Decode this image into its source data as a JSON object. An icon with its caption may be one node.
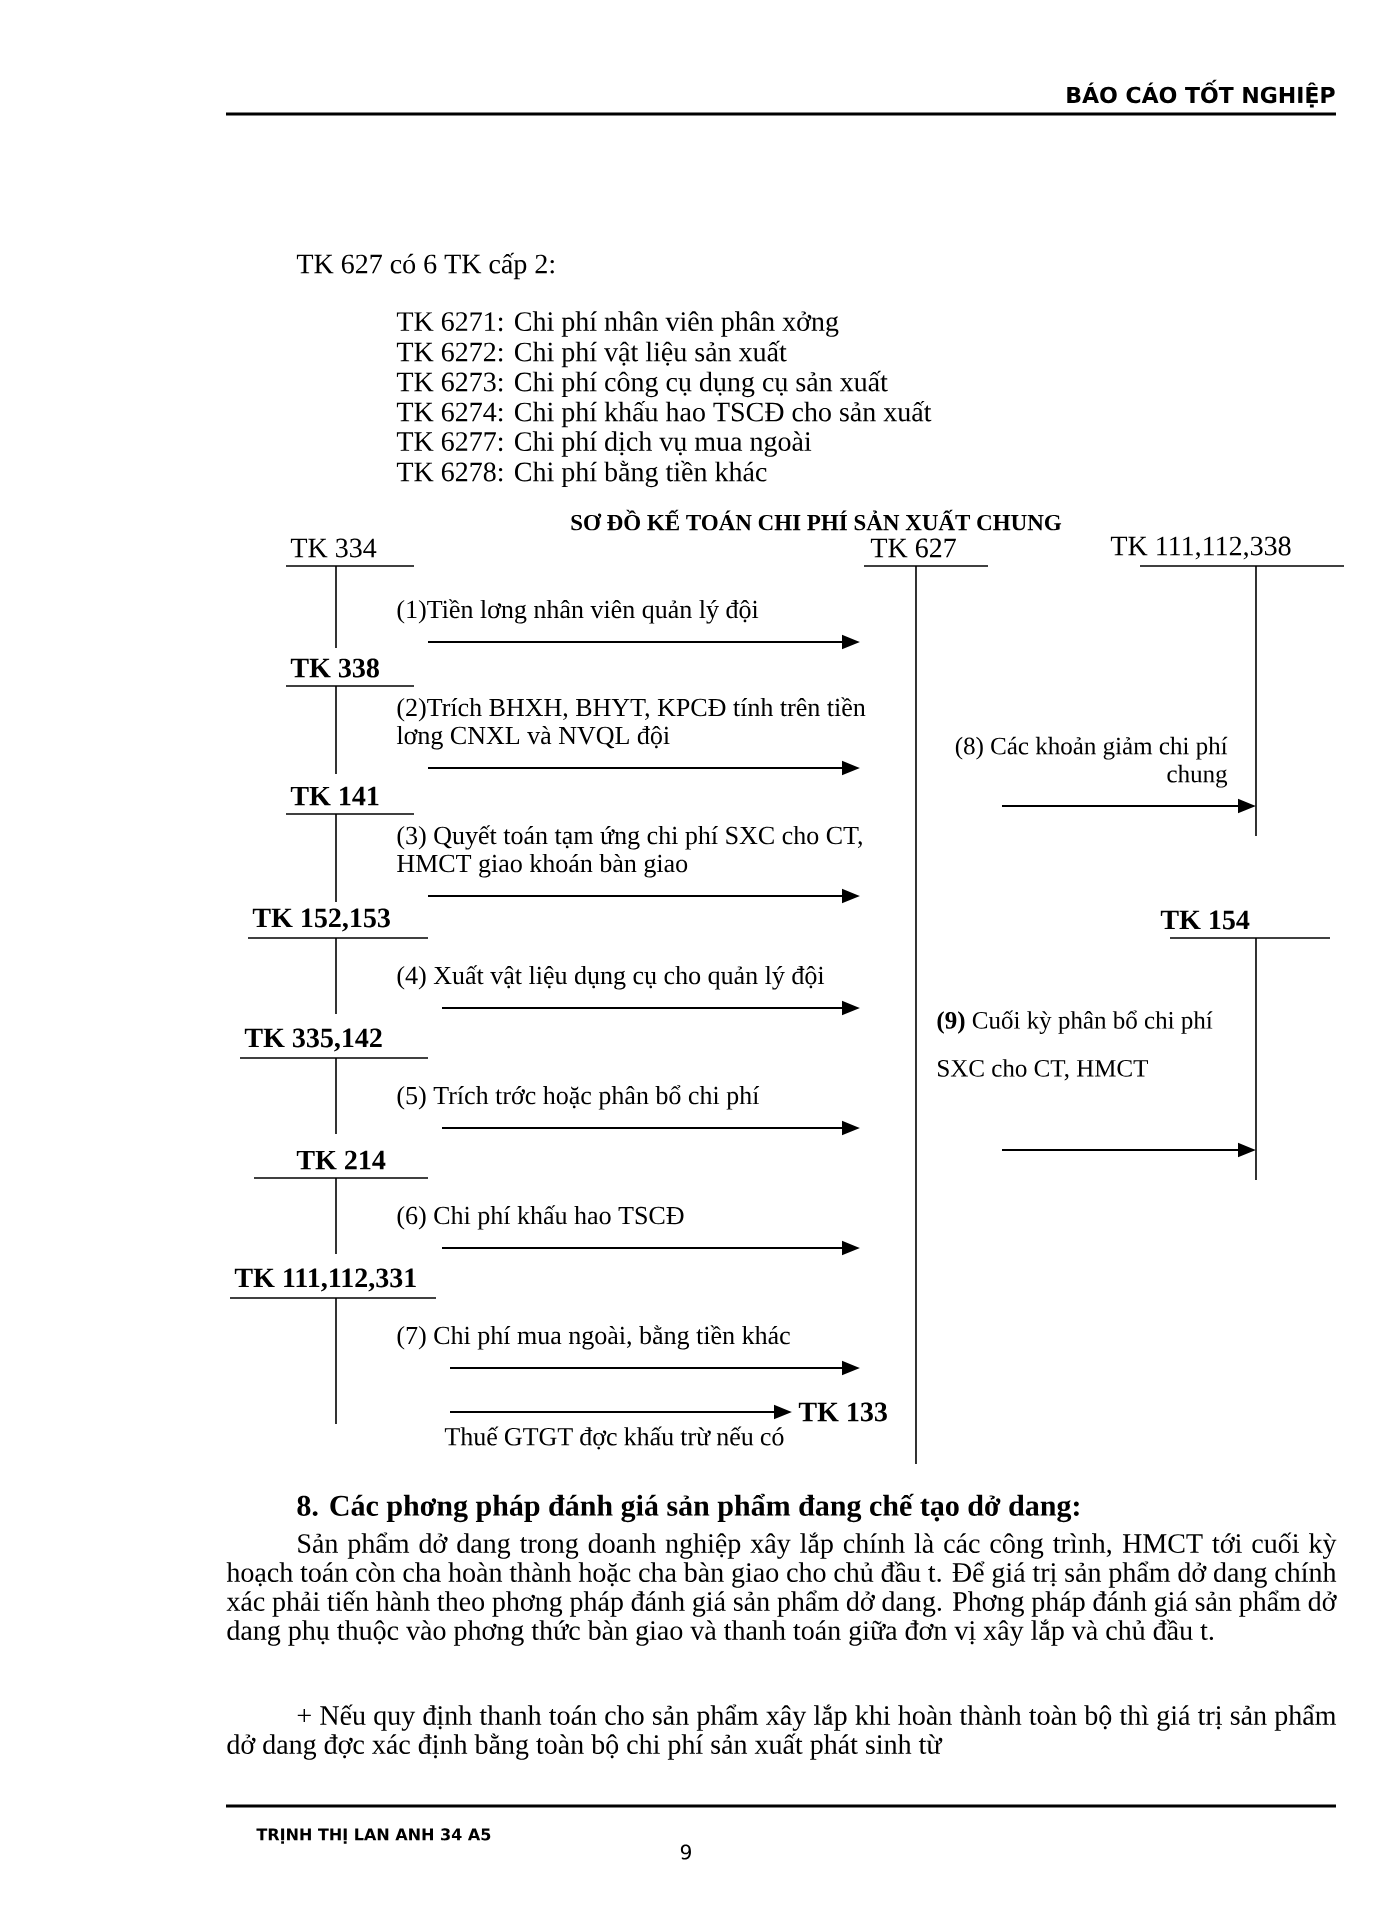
{
  "diagram": {
    "title": "SƠ ĐỒ KẾ TOÁN CHI PHÍ SẢN XUẤT CHUNG",
    "nodes": [
      {
        "text": [
          "TK 334"
        ]
      },
      {
        "text": [
          "TK 627"
        ]
      },
      {
        "text": [
          "TK 111,112,338"
        ]
      },
      {
        "text": [
          "TK 338"
        ]
      },
      {
        "text": [
          "TK 141"
        ]
      },
      {
        "text": [
          "TK 152,153"
        ]
      },
      {
        "text": [
          "TK 154"
        ]
      },
      {
        "text": [
          "TK 335,142"
        ]
      },
      {
        "text": [
          "TK 214"
        ]
      },
      {
        "text": [
          "TK 111,112,331"
        ]
      },
      {
        "text": [
          "TK 133"
        ]
      }
    ],
    "edges": [
      {
        "from": 0,
        "to": 1,
        "arrow": "to",
        "label": "(1)Tiền lơng nhân viên quản lý đội"
      },
      {
        "from": 3,
        "to": 1,
        "arrow": "to",
        "label": "(2)Trích BHXH, BHYT, KPCĐ tính trên tiền lơng CNXL và NVQL đội"
      },
      {
        "from": 4,
        "to": 1,
        "arrow": "to",
        "label": "(3) Quyết toán tạm ứng chi phí SXC cho CT, HMCT giao khoán bàn giao"
      },
      {
        "from": 5,
        "to": 1,
        "arrow": "to",
        "label": "(4) Xuất vật liệu dụng cụ cho quản lý đội"
      },
      {
        "from": 7,
        "to": 1,
        "arrow": "to",
        "label": "(5) Trích trớc hoặc phân bổ chi phí"
      },
      {
        "from": 8,
        "to": 1,
        "arrow": "to",
        "label": "(6) Chi phí khấu hao TSCĐ"
      },
      {
        "from": 9,
        "to": 1,
        "arrow": "to",
        "label": "(7) Chi phí mua ngoài, bằng tiền khác"
      },
      {
        "from": 9,
        "to": 10,
        "arrow": "to",
        "label": "Thuế GTGT đợc khấu trừ nếu có"
      },
      {
        "from": 1,
        "to": 2,
        "arrow": "to",
        "label": "(8) Các khoản giảm chi phí chung"
      },
      {
        "from": 1,
        "to": 6,
        "arrow": "to",
        "label": "**(9)** Cuối kỳ phân bổ chi phí SXC cho CT, HMCT"
      }
    ],
    "labels": [
      "BÁO CÁO TỐT NGHIỆP",
      "TK 627 có 6 TK cấp 2:",
      "TK 6271: Chi phí nhân viên phân xởng",
      "TK 6272: Chi phí vật liệu sản xuất",
      "TK 6273: Chi phí công cụ dụng cụ sản xuất",
      "TK 6274: Chi phí khấu hao TSCĐ cho sản xuất",
      "TK 6277: Chi phí dịch vụ mua ngoài",
      "TK 6278: Chi phí bằng tiền khác",
      "8. Các phơng pháp đánh giá sản phẩm đang chế tạo dở dang:",
      "Sản phẩm dở dang trong doanh nghiệp xây lắp chính là các công trình, HMCT tới cuối kỳ hoạch toán còn cha hoàn thành hoặc cha bàn giao cho chủ đầu t. Để giá trị sản phẩm dở dang chính xác phải tiến hành theo phơng pháp đánh giá sản phẩm dở dang. Phơng pháp đánh giá sản phẩm dở dang phụ thuộc vào phơng thức bàn giao và thanh toán giữa đơn vị xây lắp và chủ đầu t.",
      "+ Nếu quy định thanh toán cho sản phẩm xây lắp khi hoàn thành toàn bộ thì giá trị sản phẩm dở dang đợc xác định bằng toàn bộ chi phí sản xuất phát sinh từ",
      "TRỊNH THỊ LAN ANH 34 A5",
      "9"
    ]
  }
}
